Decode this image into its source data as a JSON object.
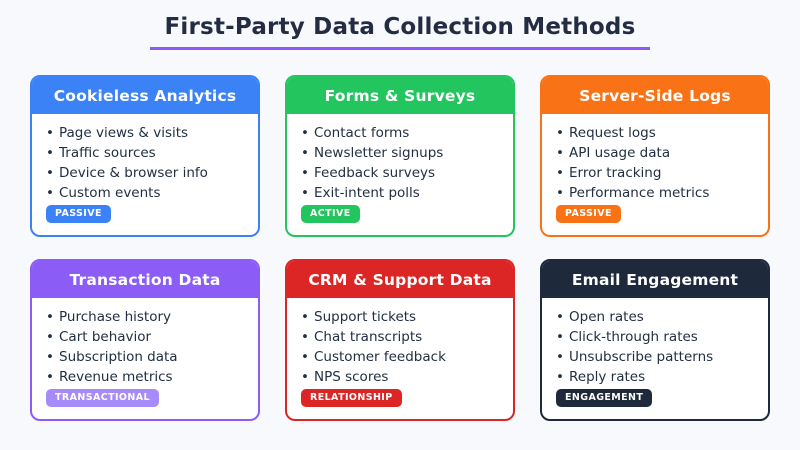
{
  "page": {
    "title": "First-Party Data Collection Methods",
    "accent_underline": "#8b5cf6",
    "background": "#f7f9fc"
  },
  "bullet_glyph": "•",
  "cards": [
    {
      "title": "Cookieless Analytics",
      "color": "#3b82f6",
      "badge": "PASSIVE",
      "badge_color": "#3b82f6",
      "items": [
        "Page views & visits",
        "Traffic sources",
        "Device & browser info",
        "Custom events"
      ]
    },
    {
      "title": "Forms & Surveys",
      "color": "#22c55e",
      "badge": "ACTIVE",
      "badge_color": "#22c55e",
      "items": [
        "Contact forms",
        "Newsletter signups",
        "Feedback surveys",
        "Exit-intent polls"
      ]
    },
    {
      "title": "Server-Side Logs",
      "color": "#f97316",
      "badge": "PASSIVE",
      "badge_color": "#f97316",
      "items": [
        "Request logs",
        "API usage data",
        "Error tracking",
        "Performance metrics"
      ]
    },
    {
      "title": "Transaction Data",
      "color": "#8b5cf6",
      "badge": "TRANSACTIONAL",
      "badge_color": "#a78bfa",
      "items": [
        "Purchase history",
        "Cart behavior",
        "Subscription data",
        "Revenue metrics"
      ]
    },
    {
      "title": "CRM & Support Data",
      "color": "#dc2626",
      "badge": "RELATIONSHIP",
      "badge_color": "#dc2626",
      "items": [
        "Support tickets",
        "Chat transcripts",
        "Customer feedback",
        "NPS scores"
      ]
    },
    {
      "title": "Email Engagement",
      "color": "#1e293b",
      "badge": "ENGAGEMENT",
      "badge_color": "#1e293b",
      "items": [
        "Open rates",
        "Click-through rates",
        "Unsubscribe patterns",
        "Reply rates"
      ]
    }
  ]
}
